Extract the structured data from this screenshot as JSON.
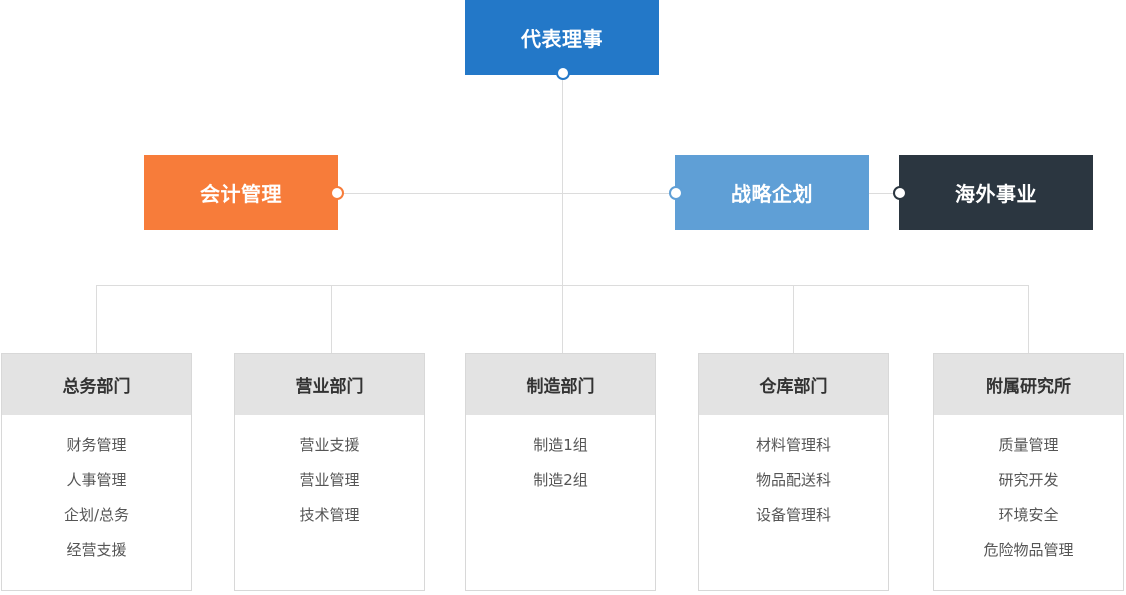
{
  "chart_data": {
    "type": "org-chart",
    "root": {
      "label": "代表理事",
      "color": "#2378c8"
    },
    "side_units": [
      {
        "label": "会计管理",
        "color": "#f77c3a",
        "side": "left"
      },
      {
        "label": "战略企划",
        "color": "#5f9fd6",
        "side": "right"
      },
      {
        "label": "海外事业",
        "color": "#2b3640",
        "side": "right"
      }
    ],
    "departments": [
      {
        "label": "总务部门",
        "items": [
          "财务管理",
          "人事管理",
          "企划/总务",
          "经营支援"
        ]
      },
      {
        "label": "营业部门",
        "items": [
          "营业支援",
          "营业管理",
          "技术管理"
        ]
      },
      {
        "label": "制造部门",
        "items": [
          "制造1组",
          "制造2组"
        ]
      },
      {
        "label": "仓库部门",
        "items": [
          "材料管理科",
          "物品配送科",
          "设备管理科"
        ]
      },
      {
        "label": "附属研究所",
        "items": [
          "质量管理",
          "研究开发",
          "环境安全",
          "危险物品管理"
        ]
      }
    ],
    "colors": {
      "line": "#dcdcdc",
      "dept_header_bg": "#e3e3e3"
    }
  }
}
